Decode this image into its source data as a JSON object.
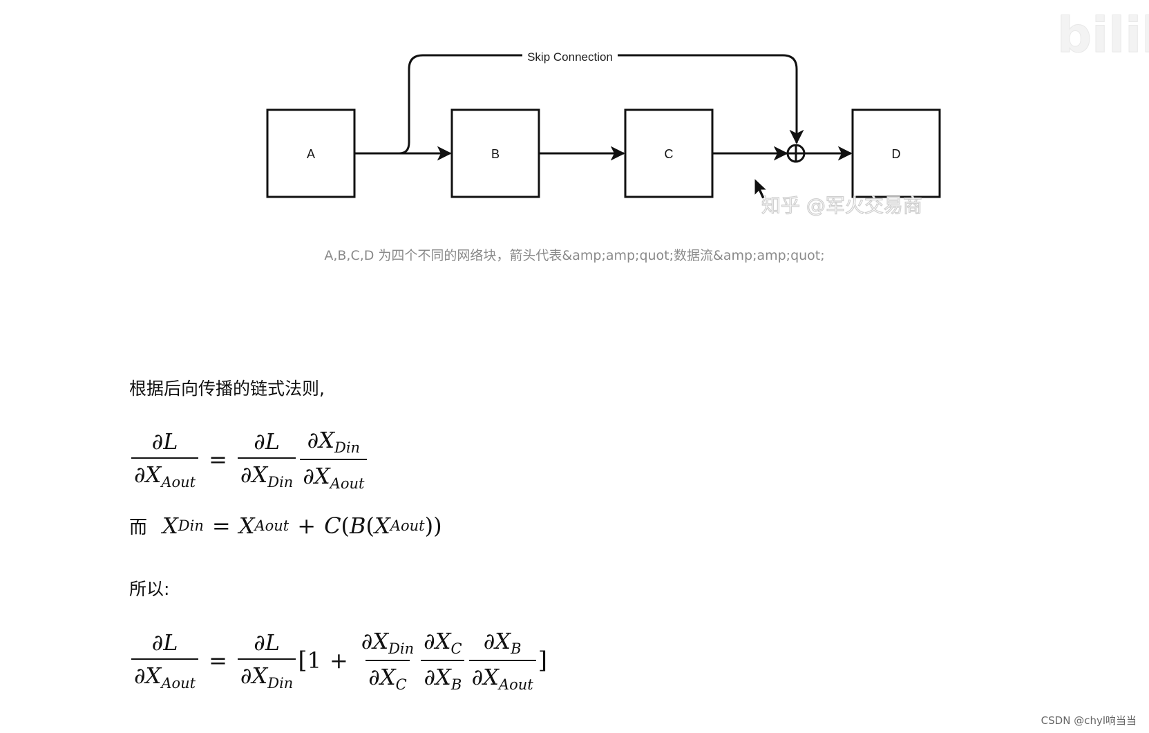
{
  "diagram": {
    "nodes": [
      "A",
      "B",
      "C",
      "D"
    ],
    "skip_label": "Skip Connection",
    "add_symbol": "⊕",
    "watermark": "知乎 @军火交易商",
    "logo_mark": "bilibili"
  },
  "caption": "A,B,C,D 为四个不同的网络块，箭头代表&amp;amp;quot;数据流&amp;amp;quot;",
  "text": {
    "chain_rule": "根据后向传播的链式法则,",
    "and": "而",
    "therefore": "所以:"
  },
  "math": {
    "partial": "∂",
    "L": "L",
    "X": "X",
    "sub_aout": "Aout",
    "sub_din": "Din",
    "sub_b": "B",
    "sub_c": "C",
    "equals": "=",
    "plus": "+",
    "C_fn": "C",
    "B_fn": "B",
    "lparen": "(",
    "rparen": ")",
    "lbracket": "[",
    "rbracket": "]",
    "one": "1"
  },
  "footer": "CSDN @chyl响当当"
}
